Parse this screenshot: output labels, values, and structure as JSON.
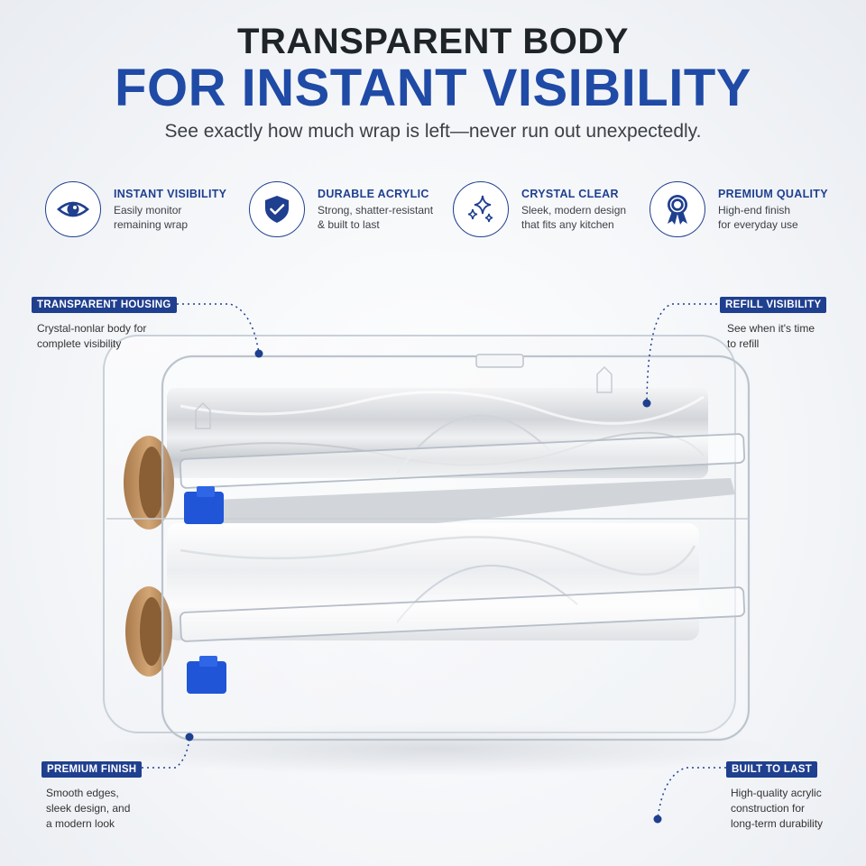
{
  "header": {
    "title_line1": "TRANSPARENT BODY",
    "title_line2": "FOR INSTANT VISIBILITY",
    "subtitle": "See exactly how much wrap is left—never run out unexpectedly."
  },
  "features": [
    {
      "icon": "eye-icon",
      "title": "INSTANT VISIBILITY",
      "desc1": "Easily monitor",
      "desc2": "remaining wrap"
    },
    {
      "icon": "shield-check-icon",
      "title": "DURABLE ACRYLIC",
      "desc1": "Strong, shatter-resistant",
      "desc2": "& built to last"
    },
    {
      "icon": "sparkles-icon",
      "title": "CRYSTAL CLEAR",
      "desc1": "Sleek, modern design",
      "desc2": "that fits any kitchen"
    },
    {
      "icon": "award-ribbon-icon",
      "title": "PREMIUM QUALITY",
      "desc1": "High-end finish",
      "desc2": "for everyday use"
    }
  ],
  "callouts": {
    "housing": {
      "label": "TRANSPARENT HOUSING",
      "desc1": "Crystal-nonlar body for",
      "desc2": "complete visibility"
    },
    "refill": {
      "label": "REFILL VISIBILITY",
      "desc1": "See when it's time",
      "desc2": "to refill"
    },
    "finish": {
      "label": "PREMIUM FINISH",
      "desc1": "Smooth edges,",
      "desc2": "sleek design, and",
      "desc3": "a modern look"
    },
    "built": {
      "label": "BUILT TO LAST",
      "desc1": "High-quality acrylic",
      "desc2": "construction for",
      "desc3": "long-term durability"
    }
  },
  "colors": {
    "brand_blue": "#1f4aa6",
    "badge_blue": "#1f3f8f",
    "slider_blue": "#1f55d6"
  }
}
